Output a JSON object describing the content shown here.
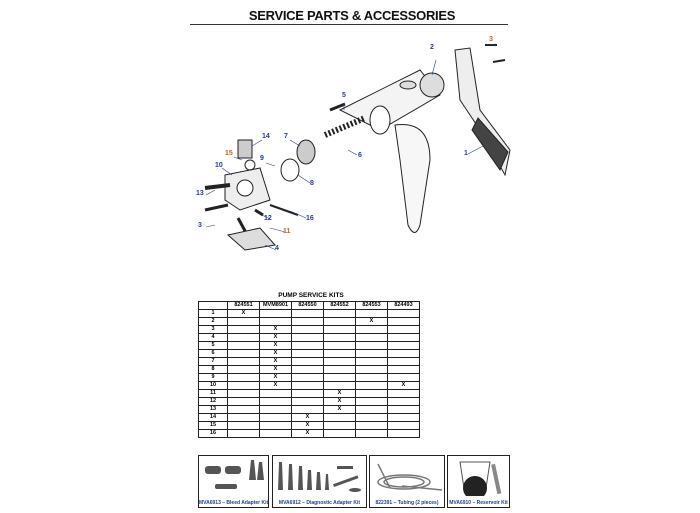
{
  "page_title": "SERVICE PARTS & ACCESSORIES",
  "callouts": [
    "1",
    "2",
    "3",
    "3",
    "4",
    "5",
    "6",
    "7",
    "8",
    "9",
    "10",
    "11",
    "12",
    "13",
    "14",
    "15",
    "16"
  ],
  "kits_table": {
    "title": "PUMP SERVICE KITS",
    "columns": [
      "824551",
      "MVM8901",
      "824550",
      "824552",
      "824553",
      "824493"
    ],
    "rows": [
      [
        "1",
        "X",
        "",
        "",
        "",
        "",
        ""
      ],
      [
        "2",
        "",
        "",
        "",
        "",
        "X",
        ""
      ],
      [
        "3",
        "",
        "X",
        "",
        "",
        "",
        ""
      ],
      [
        "4",
        "",
        "X",
        "",
        "",
        "",
        ""
      ],
      [
        "5",
        "",
        "X",
        "",
        "",
        "",
        ""
      ],
      [
        "6",
        "",
        "X",
        "",
        "",
        "",
        ""
      ],
      [
        "7",
        "",
        "X",
        "",
        "",
        "",
        ""
      ],
      [
        "8",
        "",
        "X",
        "",
        "",
        "",
        ""
      ],
      [
        "9",
        "",
        "X",
        "",
        "",
        "",
        ""
      ],
      [
        "10",
        "",
        "X",
        "",
        "",
        "",
        "X"
      ],
      [
        "11",
        "",
        "",
        "",
        "X",
        "",
        ""
      ],
      [
        "12",
        "",
        "",
        "",
        "X",
        "",
        ""
      ],
      [
        "13",
        "",
        "",
        "",
        "X",
        "",
        ""
      ],
      [
        "14",
        "",
        "",
        "X",
        "",
        "",
        ""
      ],
      [
        "15",
        "",
        "",
        "X",
        "",
        "",
        ""
      ],
      [
        "16",
        "",
        "",
        "X",
        "",
        "",
        ""
      ]
    ]
  },
  "accessories": [
    {
      "label": "MVA6913 – Bleed Adapter Kit"
    },
    {
      "label": "MVA6912 – Diagnostic Adapter Kit"
    },
    {
      "label": "822391 – Tubing (2 pieces)"
    },
    {
      "label": "MVA6910 – Reservoir Kit"
    }
  ]
}
